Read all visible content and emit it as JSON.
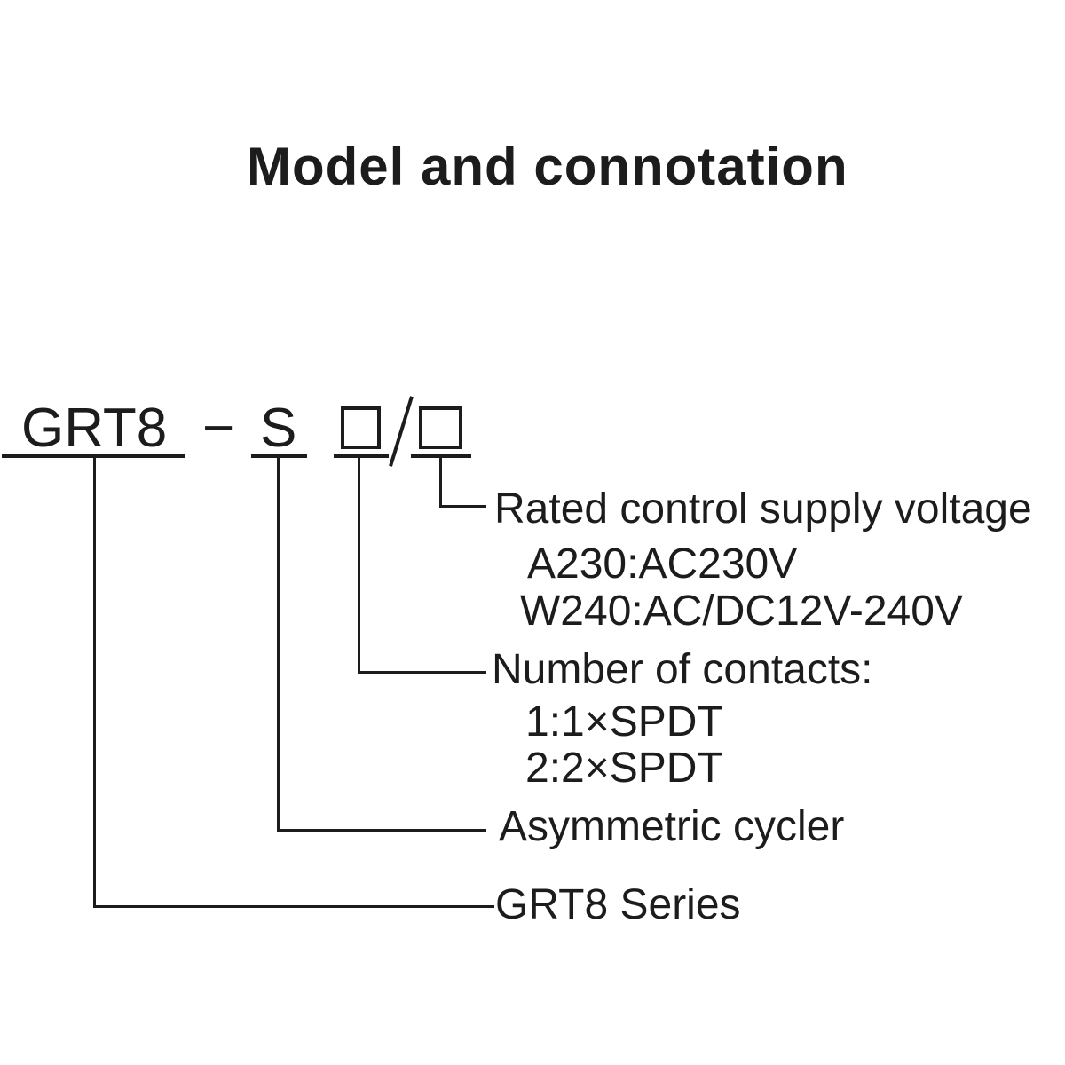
{
  "title": "Model and connotation",
  "model_code": {
    "series": "GRT8",
    "separator": "−",
    "cycler": "S",
    "placeholder_symbol": "□",
    "slash_symbol": "/"
  },
  "annotations": [
    {
      "label": "Rated control supply voltage",
      "options": [
        "A230:AC230V",
        "W240:AC/DC12V-240V"
      ]
    },
    {
      "label": "Number of contacts:",
      "options": [
        "1:1×SPDT",
        "2:2×SPDT"
      ]
    },
    {
      "label": "Asymmetric cycler",
      "options": []
    },
    {
      "label": "GRT8 Series",
      "options": []
    }
  ],
  "colors": {
    "ink": "#1c1c1c",
    "background": "#ffffff"
  }
}
